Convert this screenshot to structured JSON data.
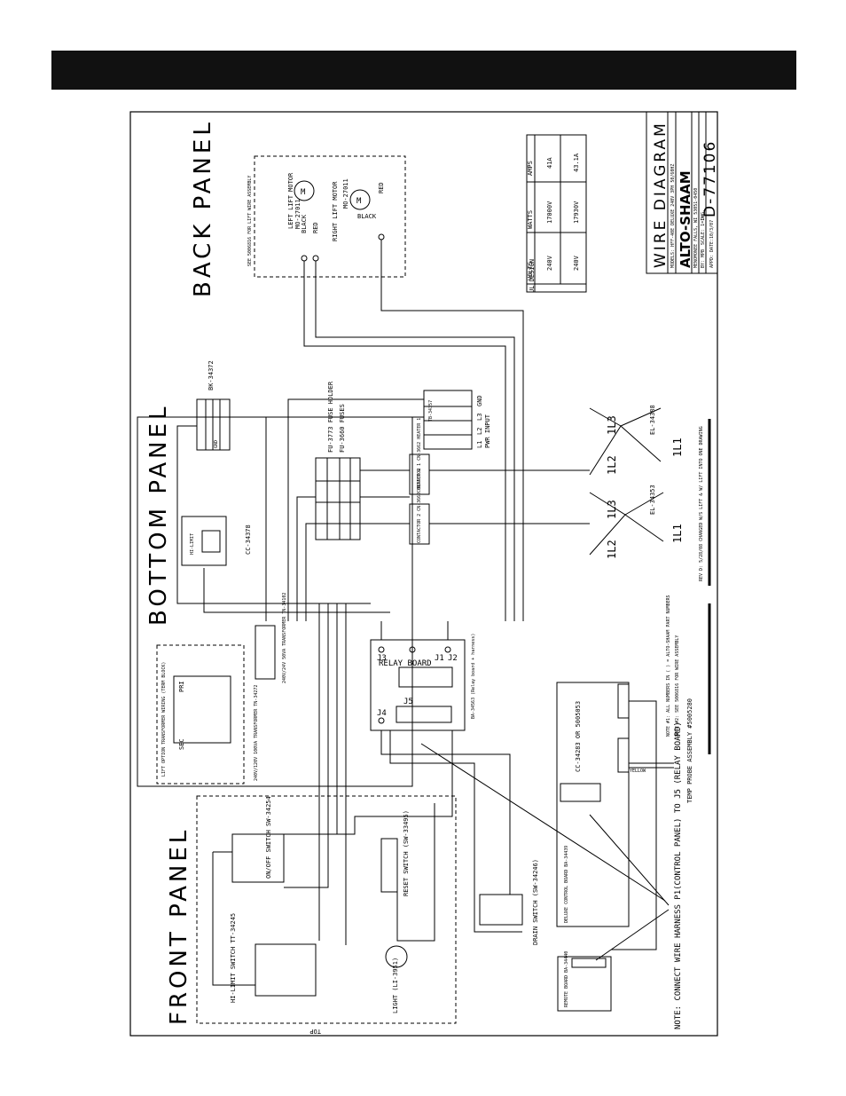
{
  "panels": {
    "back": "BACK PANEL",
    "bottom": "BOTTOM PANEL",
    "front": "FRONT PANEL"
  },
  "title_block": {
    "title": "WIRE DIAGRAM",
    "model": "MODELS: HFF-40E DELUXE 240V 3PH 50/60HZ",
    "brand": "ALTO-SHAAM",
    "city": "MENOMONEE FALLS, WI 53051-0450",
    "by": "BY: MPB",
    "scale": "SCALE: 1=1",
    "dwg": "DWG.",
    "date": "DATE:10/3/07",
    "appd": "APPD:",
    "number": "D-77106"
  },
  "ul_table": {
    "side": "UL DESIGN",
    "headers": [
      "VOLTS",
      "WATTS",
      "AMPS"
    ],
    "rows": [
      [
        "240V",
        "17000V",
        "41A"
      ],
      [
        "240V",
        "17930V",
        "43.1A"
      ]
    ]
  },
  "components": {
    "left_lift_motor": "LEFT LIFT MOTOR",
    "left_lift_part": "MO-27011",
    "right_lift_motor": "RIGHT LIFT MOTOR",
    "right_lift_part": "MO-27011",
    "motor_symbol": "M",
    "black": "BLACK",
    "red": "RED",
    "see_sheet": "SEE 5006816 FOR LIFT WIRE ASSEMBLY",
    "terminal_block": "BK-34372",
    "fuse_holder": "FU-3773 FUSE HOLDER",
    "fuses": "FU-3660 FUSES",
    "pwr_input": "PWR INPUT",
    "l_labels": [
      "L1",
      "L2",
      "L3",
      "GND"
    ],
    "terminal_strip": "TB-34357",
    "contactor_1": "CONTACTOR 1 CN-3662 HEATER 1",
    "contactor_2": "CONTACTOR 2 CN-3662 HEATER 2",
    "element_1": "EL-34388",
    "element_2": "EL-34353",
    "el_labels": [
      "1L3",
      "1L2",
      "1L1"
    ],
    "cc_part": "CC-34378",
    "hi_limit": "HI-LIMIT",
    "transformer_1": "240V/24V 50VA TRANSFORMER TN-34102",
    "relay_board": "RELAY BOARD",
    "relay_part": "BA-34563 (Relay board + harness)",
    "jacks": [
      "J3",
      "J4",
      "J5",
      "J1",
      "J2"
    ],
    "lift_option": "LIFT OPTION TRANSFORMER WIRING (TERM BLOCK)",
    "transformer_2": "240V/120V 100VA TRANSFORMER TN-34272",
    "pri": "PRI",
    "sec": "SEC",
    "on_off": "ON/OFF SWITCH SW-34254",
    "reset": "RESET SWITCH (SW-33495)",
    "hi_limit_switch": "HI-LIMIT SWITCH TT-34245",
    "light": "LIGHT (LI-3951)",
    "drain": "DRAIN SWITCH (SW-34246)",
    "top": "TOP",
    "deluxe_board": "DELUXE CONTROL BOARD BA-34439",
    "cc_board": "CC-34283 OR 5005053",
    "remote_board": "REMOTE BOARD BA-34440",
    "temp_probe": "TEMP PROBE ASSEMBLY #5005280",
    "yellow": "YELLOW",
    "note_1": "NOTE #1: ALL NUMBERS IN ( ) = ALTO-SHAAM PART NUMBERS",
    "note_2": "NOTE #2: SEE 5006816 FOR WIRE ASSEMBLY",
    "rev": "REV D: 5/28/08 CHANGED W/S LIFT & W/ LIFT INTO ONE DRAWING",
    "note_connect": "NOTE: CONNECT WIRE HARNESS P1(CONTROL PANEL) TO J5 (RELAY BOARD)"
  }
}
